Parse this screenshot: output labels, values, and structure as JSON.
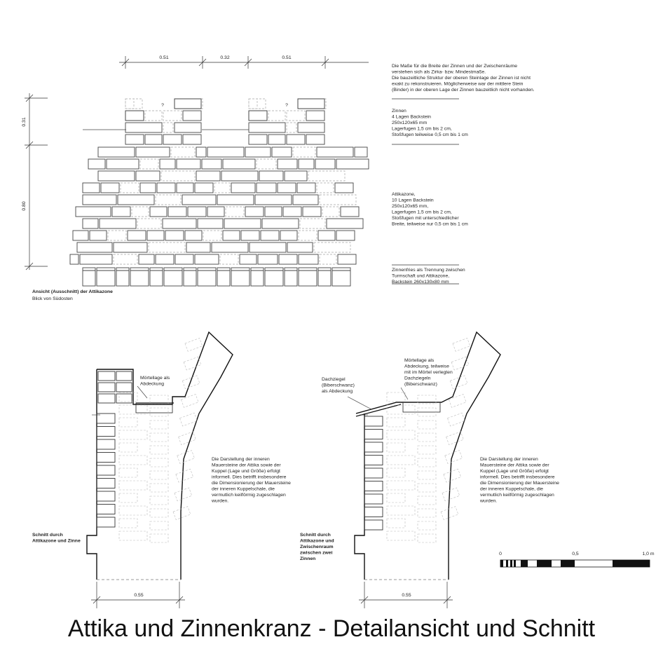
{
  "title": "Attika und Zinnenkranz - Detailansicht und Schnitt",
  "elevation": {
    "dimensions_top": [
      "0.51",
      "0.32",
      "0.51"
    ],
    "dimensions_left": [
      "0.31",
      "0.80"
    ],
    "unknown_marks": [
      "?",
      "?"
    ],
    "heading": "Ansicht (Ausschnitt) der Attikazone",
    "subheading": "Blick von Südosten"
  },
  "notes": {
    "general": [
      "Die Maße für die Breite der Zinnen und der Zwischenräume",
      "verstehen sich als Zirka- bzw. Mindestmaße.",
      "Die bauzeitliche Struktur der oberen Steinlage der Zinnen ist nicht",
      "exakt zu rekonstruieren. Möglicherweise war der mittlere Stein",
      "(Binder) in der oberen Lage der Zinnen bauzeitlich nicht vorhanden."
    ],
    "zinnen": [
      "Zinnen",
      "4 Lagen Backstein",
      "250x120x65 mm",
      "Lagerfugen 1,5 cm bis 2 cm,",
      "Stoßfugen teilweise 0,5 cm bis 1 cm"
    ],
    "attika": [
      "Attikazone,",
      "10 Lagen Backstein",
      "250x120x65 mm,",
      "Lagerfugen 1,5 cm bis 2 cm,",
      "Stoßfugen mit unterschiedlicher",
      "Breite, teilweise nur 0,5 cm bis 1 cm"
    ],
    "fries": [
      "Zinnenfries als Trennung zwischen",
      "Turmschaft und Attikazone,",
      "Backstein 260x130x80 mm"
    ]
  },
  "section_left": {
    "label": [
      "Mörtellage als",
      "Abdeckung"
    ],
    "description": [
      "Die Darstellung der inneren",
      "Mauersteine der Attika sowie der",
      "Kuppel (Lage und Größe) erfolgt",
      "informell. Dies betrifft insbesondere",
      "die Dimensionierung der Mauersteine",
      "der inneren Kuppelschale, die",
      "vermutlich keilförmig zugeschlagen",
      "wurden."
    ],
    "heading": [
      "Schnitt durch",
      "Attikazone und Zinne"
    ],
    "dimension": "0.55"
  },
  "section_right": {
    "label_tile": [
      "Dachziegel",
      "(Biberschwanz)",
      "als Abdeckung"
    ],
    "label_mortar": [
      "Mörtellage als",
      "Abdeckung, teilweise",
      "mit im Mörtel verlegten",
      "Dachziegeln",
      "(Biberschwanz)"
    ],
    "description": [
      "Die Darstellung der inneren",
      "Mauersteine der Attika sowie der",
      "Kuppel (Lage und Größe) erfolgt",
      "informell. Dies betrifft insbesondere",
      "die Dimensionierung der Mauersteine",
      "der inneren Kuppelschale, die",
      "vermutlich keilförmig zugeschlagen",
      "wurden."
    ],
    "heading": [
      "Schnitt durch",
      "Attikazone und",
      "Zwischenraum",
      "zwischen zwei",
      "Zinnen"
    ],
    "dimension": "0.55"
  },
  "scale_bar": {
    "labels": [
      "0",
      "0,5",
      "1,0 m"
    ]
  }
}
